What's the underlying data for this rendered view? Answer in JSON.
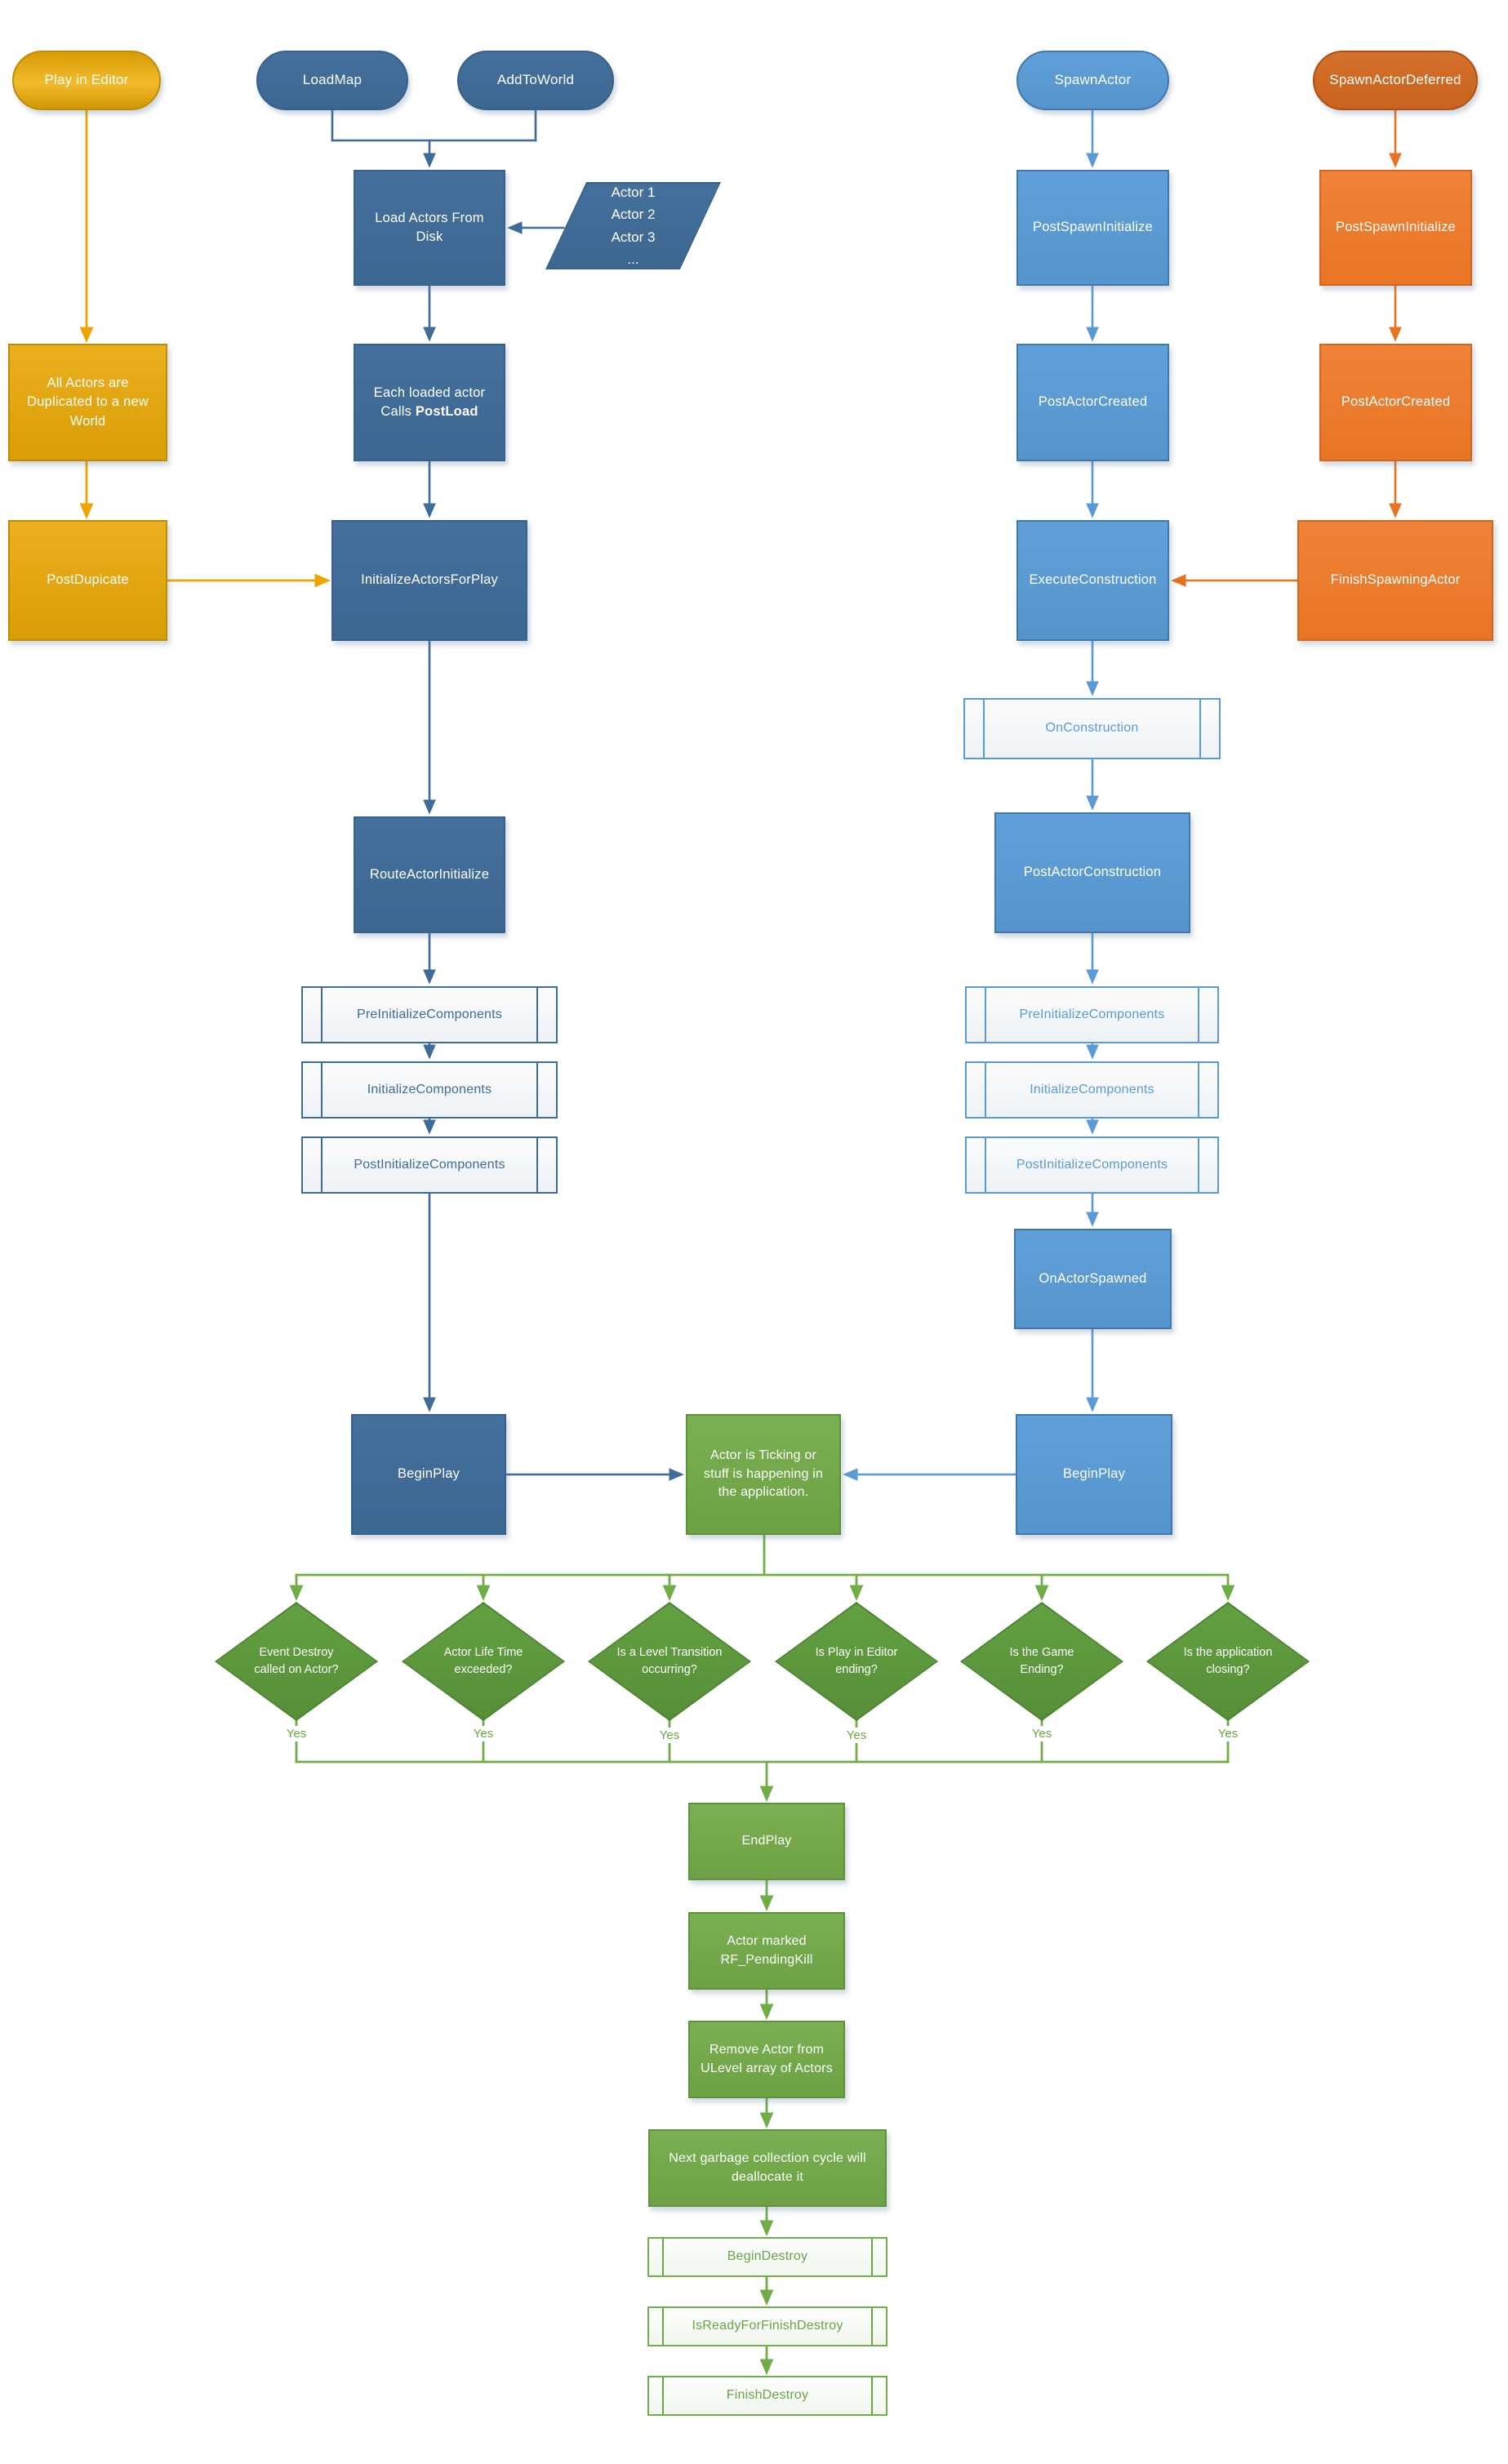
{
  "nodes": {
    "play_in_editor": "Play in Editor",
    "loadmap": "LoadMap",
    "addtoworld": "AddToWorld",
    "spawnactor": "SpawnActor",
    "spawnactordeferred": "SpawnActorDeferred",
    "load_actors_from_disk": "Load Actors From Disk",
    "actor_list": [
      "Actor 1",
      "Actor 2",
      "Actor 3",
      "..."
    ],
    "all_actors_duplicated": "All Actors are Duplicated to a new World",
    "postdupicate": "PostDupicate",
    "each_loaded_line1": "Each loaded actor",
    "each_loaded_line2_prefix": "Calls ",
    "each_loaded_line2_bold": "PostLoad",
    "initialize_actors_for_play": "InitializeActorsForPlay",
    "route_actor_initialize": "RouteActorInitialize",
    "pre_initialize_components": "PreInitializeComponents",
    "initialize_components": "InitializeComponents",
    "post_initialize_components": "PostInitializeComponents",
    "begin_play": "BeginPlay",
    "post_spawn_initialize": "PostSpawnInitialize",
    "post_actor_created": "PostActorCreated",
    "execute_construction": "ExecuteConstruction",
    "finish_spawning_actor": "FinishSpawningActor",
    "on_construction": "OnConstruction",
    "post_actor_construction": "PostActorConstruction",
    "on_actor_spawned": "OnActorSpawned",
    "actor_ticking": "Actor is Ticking or stuff is happening in the application.",
    "endplay": "EndPlay",
    "actor_marked": "Actor marked RF_PendingKill",
    "remove_actor": "Remove Actor from ULevel array of Actors",
    "garbage_collection": "Next garbage collection cycle will deallocate it",
    "begin_destroy": "BeginDestroy",
    "is_ready_for_finish_destroy": "IsReadyForFinishDestroy",
    "finish_destroy": "FinishDestroy"
  },
  "decisions": [
    "Event Destroy called on Actor?",
    "Actor Life Time exceeded?",
    "Is a Level Transition occurring?",
    "Is Play in Editor ending?",
    "Is the Game Ending?",
    "Is the application closing?"
  ],
  "yes_label": "Yes",
  "colors": {
    "gold": "#D99D06",
    "dark_blue": "#3E6B97",
    "light_blue": "#5B9BD5",
    "orange": "#ED7D31",
    "deep_orange": "#CE6A24",
    "green": "#70AD47"
  }
}
